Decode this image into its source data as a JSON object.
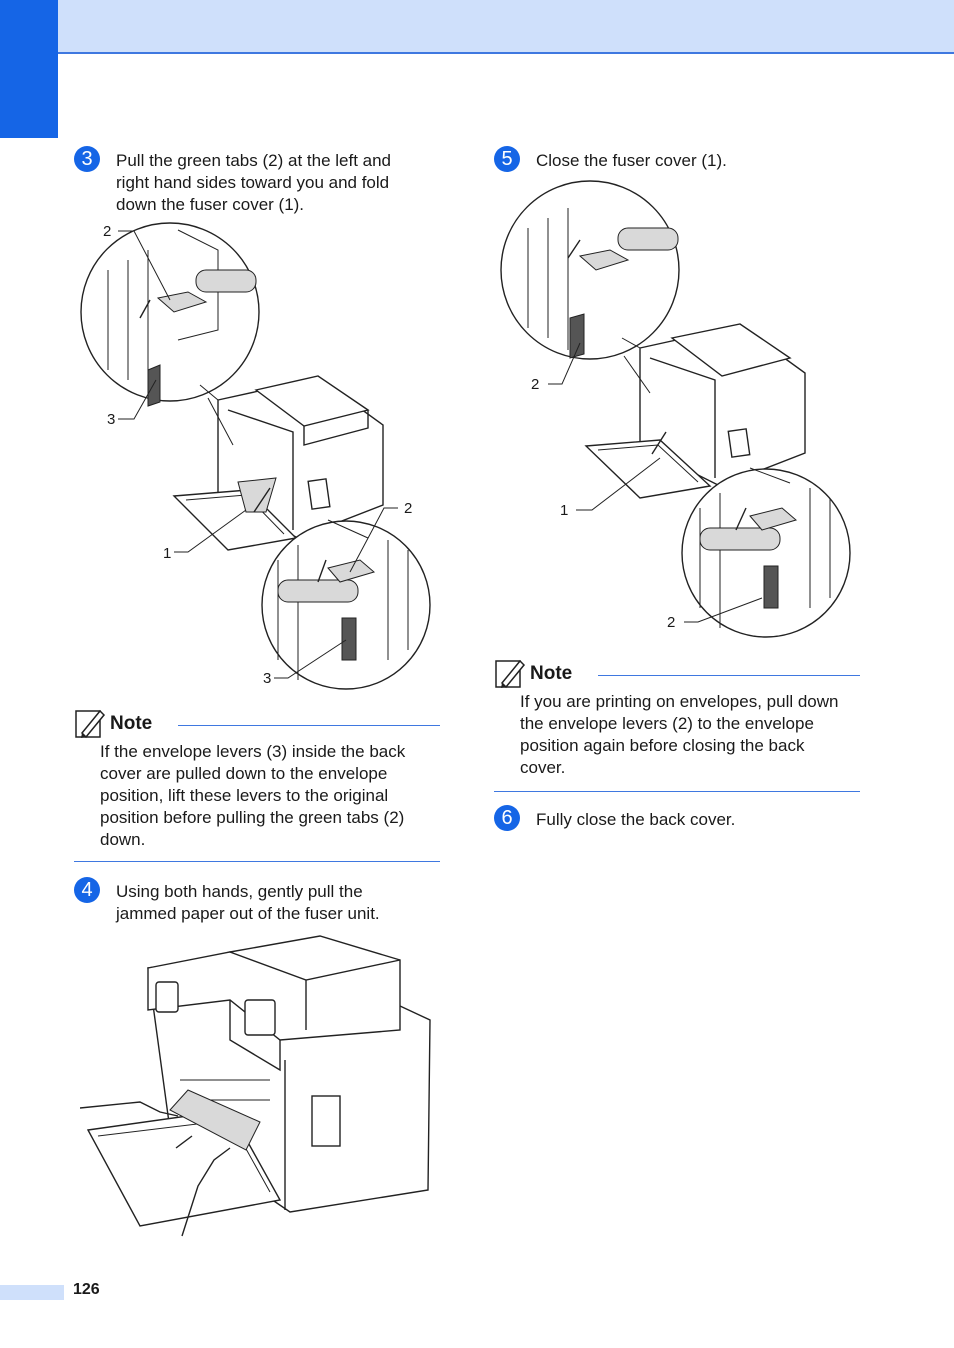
{
  "header": {
    "accent_color": "#1565e6",
    "band_color": "#cfe0fb"
  },
  "steps": [
    {
      "number": "3",
      "text_lines": [
        "Pull the green tabs (2) at the left and",
        "right hand sides toward you and fold",
        "down the fuser cover (1)."
      ]
    },
    {
      "number": "4",
      "text_lines": [
        "Using both hands, gently pull the",
        "jammed paper out of the fuser unit."
      ]
    },
    {
      "number": "5",
      "text_lines": [
        "Close the fuser cover (1)."
      ]
    },
    {
      "number": "6",
      "text_lines": [
        "Fully close the back cover."
      ]
    }
  ],
  "notes": [
    {
      "title": "Note",
      "body_lines": [
        "If the envelope levers (3) inside the back",
        "cover are pulled down to the envelope",
        "position, lift these levers to the original",
        "position before pulling the green tabs (2)",
        "down."
      ]
    },
    {
      "title": "Note",
      "body_lines": [
        "If you are printing on envelopes, pull down",
        "the envelope levers (2) to the envelope",
        "position again before closing the back",
        "cover."
      ]
    }
  ],
  "figure1_callouts": {
    "a": "2",
    "b": "3",
    "c": "1",
    "d": "2",
    "e": "3"
  },
  "figure3_callouts": {
    "a": "2",
    "b": "1",
    "c": "2"
  },
  "footer": {
    "page_number": "126"
  }
}
